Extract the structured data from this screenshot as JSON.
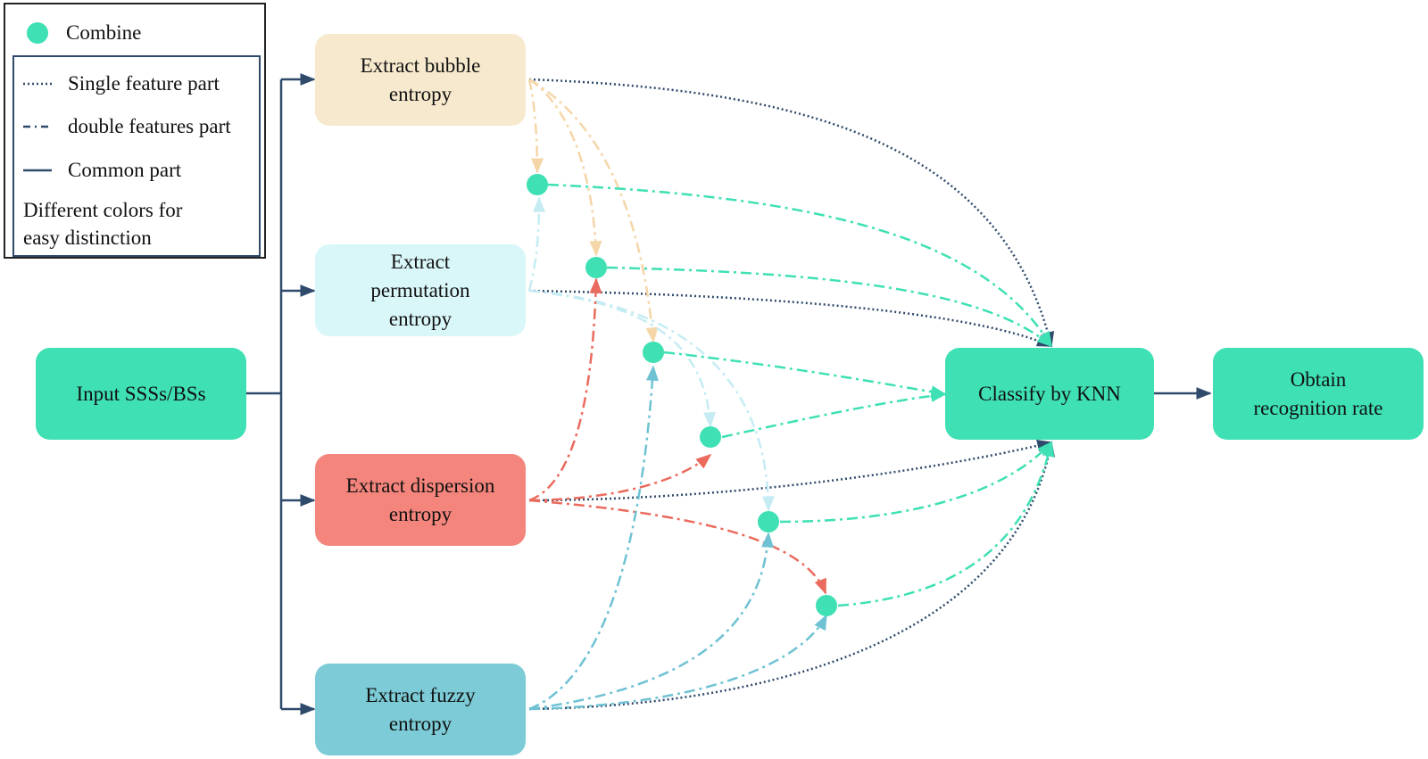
{
  "legend": {
    "combine_label": "Combine",
    "single_label": "Single feature part",
    "double_label": "double features part",
    "common_label": "Common part",
    "note_line1": "Different colors for",
    "note_line2": "easy distinction"
  },
  "nodes": {
    "input": {
      "label": "Input SSSs/BSs",
      "color": "#3ee0b4"
    },
    "bubble": {
      "line1": "Extract bubble",
      "line2": "entropy",
      "color": "#f7e9cd"
    },
    "permutation": {
      "line1": "Extract",
      "line2": "permutation",
      "line3": "entropy",
      "color": "#d9f7f8"
    },
    "dispersion": {
      "line1": "Extract dispersion",
      "line2": "entropy",
      "color": "#f4857c"
    },
    "fuzzy": {
      "line1": "Extract fuzzy",
      "line2": "entropy",
      "color": "#7ccbd6"
    },
    "classify": {
      "label": "Classify by KNN",
      "color": "#3ee0b4"
    },
    "obtain": {
      "line1": "Obtain",
      "line2": "recognition rate",
      "color": "#3ee0b4"
    }
  },
  "colors": {
    "common_line": "#2f4a6b",
    "combine_dot": "#3ee0b4",
    "bubble_link": "#f5d6a8",
    "permutation_link": "#c6ecf3",
    "dispersion_link": "#ea6b5d",
    "fuzzy_link": "#6fc2d3",
    "combined_link": "#3ee0b4"
  }
}
